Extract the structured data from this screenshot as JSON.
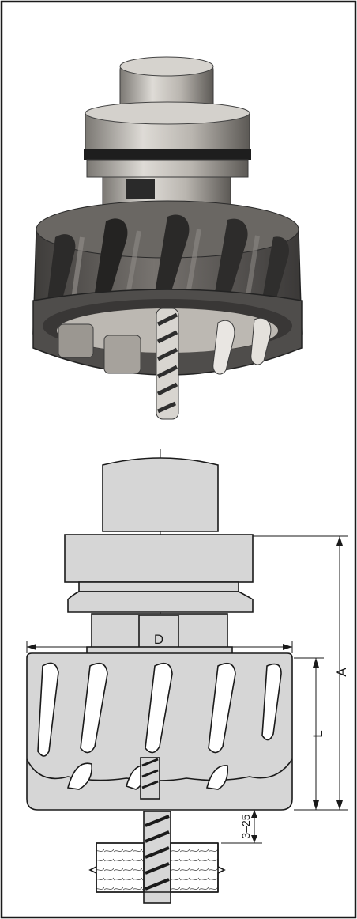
{
  "labels": {
    "diameter": "D",
    "overall_height": "A",
    "cutter_length": "L",
    "projection": "3–25"
  },
  "colors": {
    "frame": "#1a1a1a",
    "body_metal": "#5e5c5a",
    "body_dark": "#2d2c2b",
    "shank_light": "#c9c6c1",
    "drawing_fill": "#d6d6d6",
    "drawing_stroke": "#1a1a1a",
    "wood": "#e4e4e4"
  }
}
